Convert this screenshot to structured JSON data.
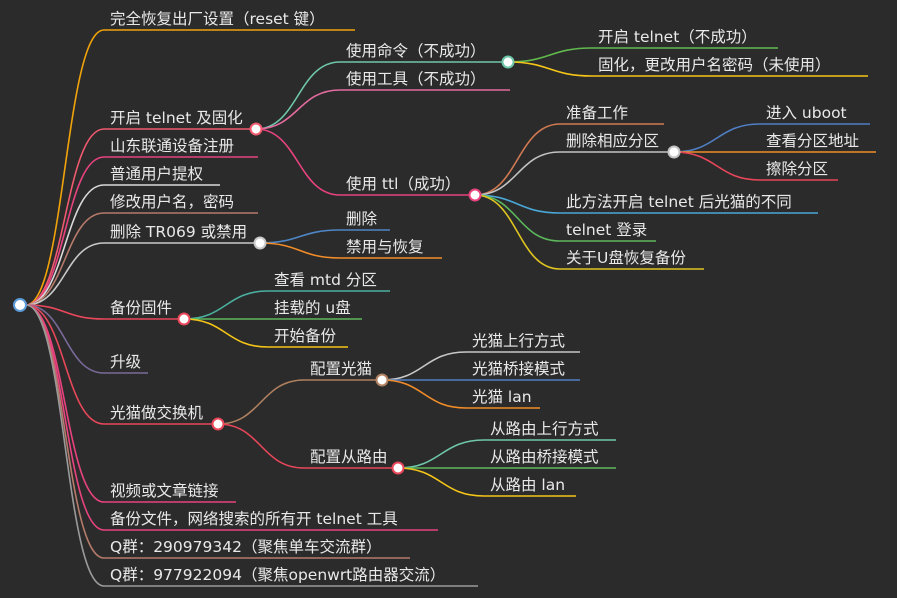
{
  "mindmap": {
    "root": {
      "label": ""
    },
    "nodes": [
      {
        "id": "n1",
        "label": "完全恢复出厂设置（reset 键）",
        "color": "#f0a30a"
      },
      {
        "id": "n2",
        "label": "开启 telnet 及固化",
        "color": "#f05a6e",
        "children": [
          {
            "id": "n2a",
            "label": "使用命令（不成功）",
            "color": "#6fc7a9",
            "children": [
              {
                "id": "n2a1",
                "label": "开启 telnet（不成功）",
                "color": "#61b94e"
              },
              {
                "id": "n2a2",
                "label": "固化，更改用户名密码（未使用）",
                "color": "#f5c518"
              }
            ]
          },
          {
            "id": "n2b",
            "label": "使用工具（不成功）",
            "color": "#e36b9e"
          },
          {
            "id": "n2c",
            "label": "使用 ttl（成功）",
            "color": "#e8437f",
            "children": [
              {
                "id": "n2c1",
                "label": "准备工作",
                "color": "#d07a52"
              },
              {
                "id": "n2c2",
                "label": "删除相应分区",
                "color": "#c3c3c3",
                "children": [
                  {
                    "id": "n2c2a",
                    "label": "进入 uboot",
                    "color": "#4f7fc4"
                  },
                  {
                    "id": "n2c2b",
                    "label": "查看分区地址",
                    "color": "#f28c28"
                  },
                  {
                    "id": "n2c2c",
                    "label": "擦除分区",
                    "color": "#e8475a"
                  }
                ]
              },
              {
                "id": "n2c3",
                "label": "此方法开启 telnet 后光猫的不同",
                "color": "#4aa8d8"
              },
              {
                "id": "n2c4",
                "label": "telnet 登录",
                "color": "#5cb85c"
              },
              {
                "id": "n2c5",
                "label": "关于U盘恢复备份",
                "color": "#e0c520"
              }
            ]
          }
        ]
      },
      {
        "id": "n3",
        "label": "山东联通设备注册",
        "color": "#e8437f"
      },
      {
        "id": "n4",
        "label": "普通用户提权",
        "color": "#d9d9d9"
      },
      {
        "id": "n5",
        "label": "修改用户名，密码",
        "color": "#b57a6a"
      },
      {
        "id": "n6",
        "label": "删除 TR069 或禁用",
        "color": "#c9c9c9",
        "children": [
          {
            "id": "n6a",
            "label": "删除",
            "color": "#4f86c6"
          },
          {
            "id": "n6b",
            "label": "禁用与恢复",
            "color": "#f28c28"
          }
        ]
      },
      {
        "id": "n7",
        "label": "备份固件",
        "color": "#e8475a",
        "children": [
          {
            "id": "n7a",
            "label": "查看 mtd 分区",
            "color": "#4ab0a0"
          },
          {
            "id": "n7b",
            "label": "挂载的 u盘",
            "color": "#5cb85c"
          },
          {
            "id": "n7c",
            "label": "开始备份",
            "color": "#f5c518"
          }
        ]
      },
      {
        "id": "n8",
        "label": "升级",
        "color": "#7a6a9a"
      },
      {
        "id": "n9",
        "label": "光猫做交换机",
        "color": "#e8475a",
        "children": [
          {
            "id": "n9a",
            "label": "配置光猫",
            "color": "#b08060",
            "children": [
              {
                "id": "n9a1",
                "label": "光猫上行方式",
                "color": "#c8c8c8"
              },
              {
                "id": "n9a2",
                "label": "光猫桥接模式",
                "color": "#4f7fc4"
              },
              {
                "id": "n9a3",
                "label": "光猫 lan",
                "color": "#f28c28"
              }
            ]
          },
          {
            "id": "n9b",
            "label": "配置从路由",
            "color": "#e8475a",
            "children": [
              {
                "id": "n9b1",
                "label": "从路由上行方式",
                "color": "#6fc7a9"
              },
              {
                "id": "n9b2",
                "label": "从路由桥接模式",
                "color": "#5cb85c"
              },
              {
                "id": "n9b3",
                "label": "从路由 lan",
                "color": "#f5c518"
              }
            ]
          }
        ]
      },
      {
        "id": "n10",
        "label": "视频或文章链接",
        "color": "#e8437f"
      },
      {
        "id": "n11",
        "label": "备份文件，网络搜索的所有开 telnet 工具",
        "color": "#e8437f"
      },
      {
        "id": "n12",
        "label": "Q群：290979342（聚焦单车交流群）",
        "color": "#b57a6a"
      },
      {
        "id": "n13",
        "label": "Q群：977922094（聚焦openwrt路由器交流）",
        "color": "#9a9a9a"
      }
    ]
  },
  "colors": {
    "background": "#2b2b2b",
    "text": "#e9e9e9",
    "root_ring": "#5a9ad6",
    "collapse_dot_fill": "#ffffff"
  }
}
